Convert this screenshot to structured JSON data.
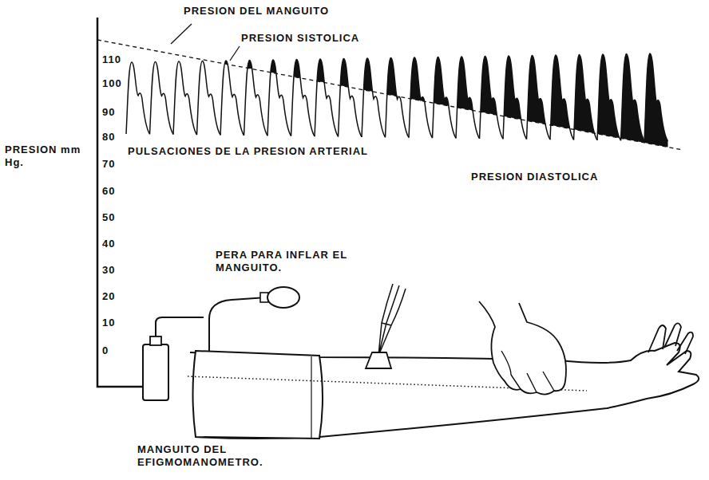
{
  "diagram": {
    "labels": [
      "PRESION DEL MANGUITO",
      "PRESION SISTOLICA",
      "110",
      "100",
      "90",
      "80",
      "PULSACIONES DE LA PRESION ARTERIAL",
      "PRESION mm Hg.",
      "70",
      "60",
      "50",
      "40",
      "30",
      "20",
      "10",
      "0",
      "PRESION DIASTOLICA",
      "PERA PARA INFLAR EL MANGUITO.",
      "MANGUITO DEL EFIGMOMANOMETRO."
    ]
  }
}
